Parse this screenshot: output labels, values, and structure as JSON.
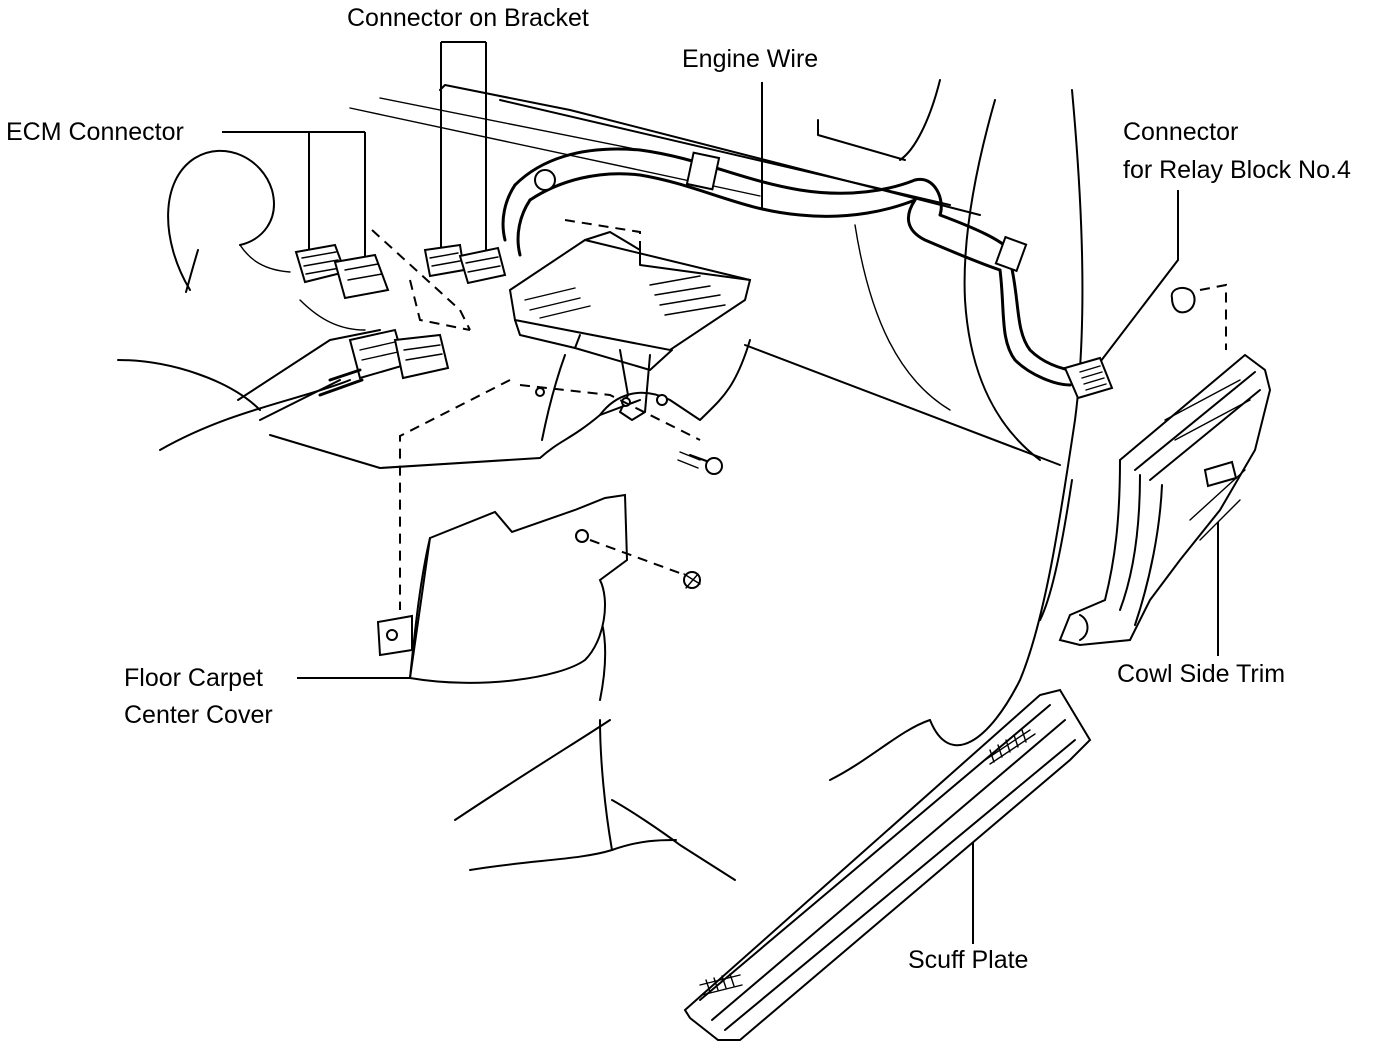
{
  "labels": {
    "connector_on_bracket": "Connector on Bracket",
    "engine_wire": "Engine Wire",
    "ecm_connector": "ECM Connector",
    "relay_connector_line1": "Connector",
    "relay_connector_line2": "for Relay Block No.4",
    "floor_carpet_line1": "Floor Carpet",
    "floor_carpet_line2": "Center Cover",
    "cowl_side_trim": "Cowl Side Trim",
    "scuff_plate": "Scuff Plate"
  }
}
